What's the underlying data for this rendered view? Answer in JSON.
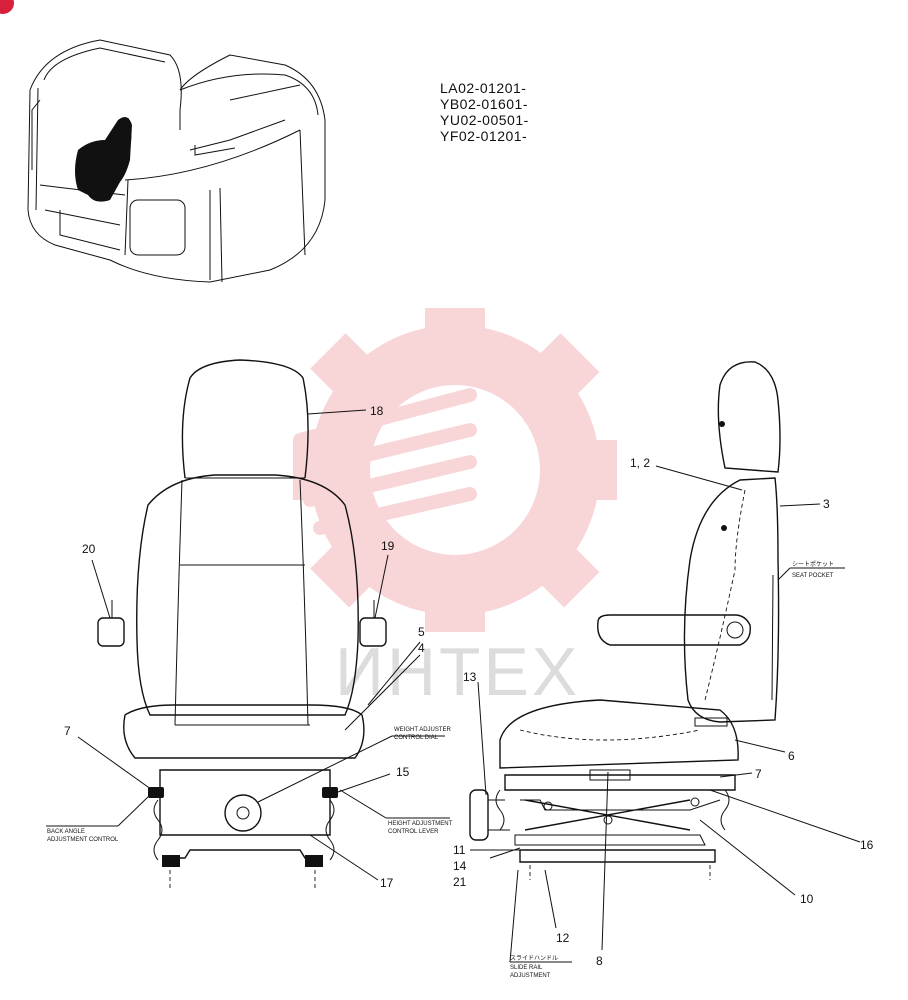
{
  "serial_numbers": [
    "LA02-01201-",
    "YB02-01601-",
    "YU02-00501-",
    "YF02-01201-"
  ],
  "watermark": {
    "text": "ИНТЕХ",
    "color": "#f4b4b8"
  },
  "callouts": {
    "c18": "18",
    "c20": "20",
    "c19": "19",
    "c5": "5",
    "c4": "4",
    "c7a": "7",
    "c15": "15",
    "c17": "17",
    "c12_label": "1, 2",
    "c3": "3",
    "c13": "13",
    "c6": "6",
    "c7b": "7",
    "c16": "16",
    "c11": "11",
    "c14": "14",
    "c21": "21",
    "c10": "10",
    "c12": "12",
    "c8": "8"
  },
  "annotations": {
    "weight_adjuster": [
      "WEIGHT ADJUSTER",
      "CONTROL DIAL"
    ],
    "back_angle": [
      "BACK ANGLE",
      "ADJUSTMENT CONTROL"
    ],
    "height_adjustment": [
      "HEIGHT ADJUSTMENT",
      "CONTROL LEVER"
    ],
    "seat_pocket_jp": "シートポケット",
    "seat_pocket": "SEAT POCKET",
    "slide_handle_jp": "スライドハンドル",
    "slide_rail": [
      "SLIDE RAIL",
      "ADJUSTMENT"
    ]
  },
  "colors": {
    "badge": "#d8203a",
    "line": "#111111"
  }
}
